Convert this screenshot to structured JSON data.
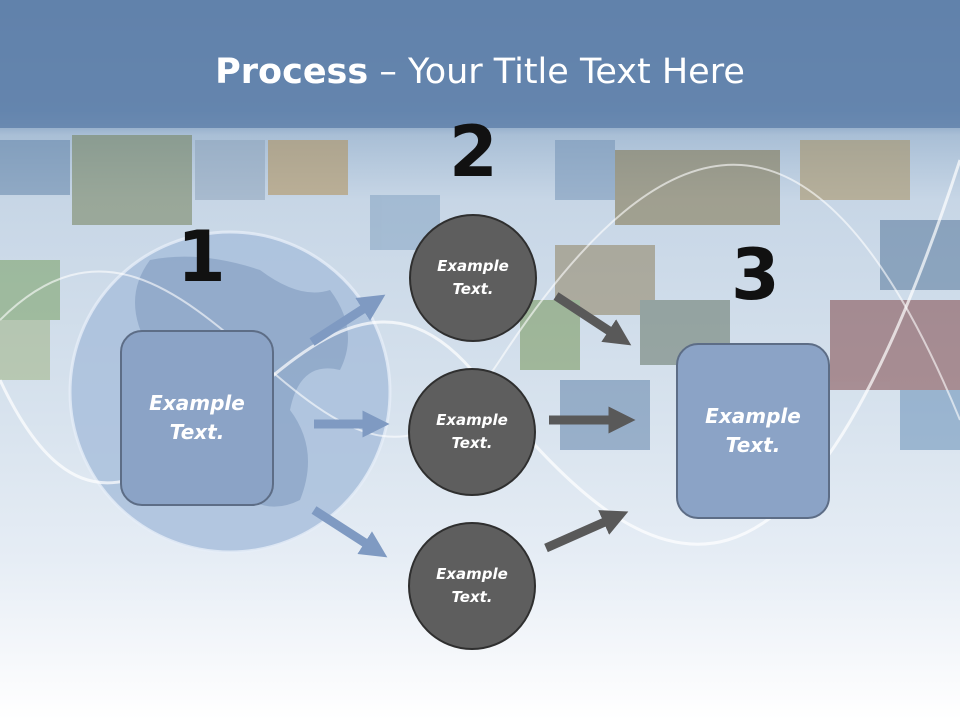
{
  "title": {
    "bold": "Process",
    "rest": " – Your Title Text Here"
  },
  "steps": [
    {
      "number": "1"
    },
    {
      "number": "2"
    },
    {
      "number": "3"
    }
  ],
  "left_box": {
    "text": "Example\nText."
  },
  "circles": [
    {
      "text": "Example\nText."
    },
    {
      "text": "Example\nText."
    },
    {
      "text": "Example\nText."
    }
  ],
  "right_box": {
    "text": "Example\nText."
  },
  "colors": {
    "box_fill": "#8ba3c6",
    "circle_fill": "#5e5e5e",
    "left_arrows": "#7f9ac2",
    "right_arrows": "#595959",
    "header": "#6a89b0"
  }
}
